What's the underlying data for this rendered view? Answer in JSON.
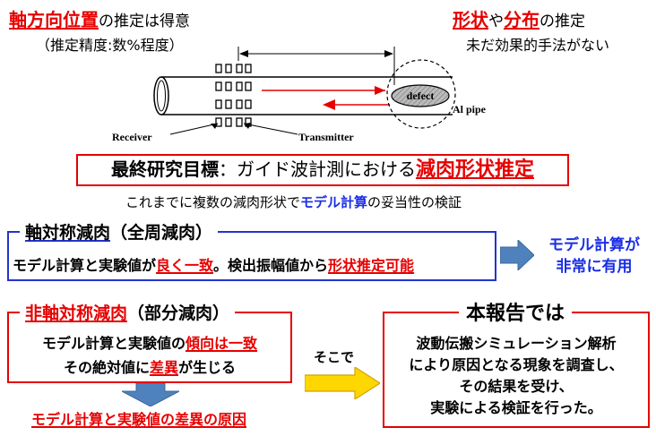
{
  "top_left": {
    "title_red": "軸方向位置",
    "title_rest": "の推定は得意",
    "sub": "（推定精度:数%程度）"
  },
  "top_right": {
    "w1": "形状",
    "w2": "や",
    "w3": "分布",
    "w4": "の推定",
    "line2": "未だ効果的手法がない"
  },
  "pipe": {
    "defect_label": "defect",
    "material_label": "Al pipe",
    "receiver_label": "Receiver",
    "transmitter_label": "Transmitter"
  },
  "goal": {
    "prefix": "最終研究目標",
    "colon": "：",
    "middle": "ガイド波計測における",
    "highlight": "減肉形状推定"
  },
  "verification": {
    "pre": "これまでに複数の減肉形状で",
    "model": "モデル計算",
    "post": "の妥当性の検証"
  },
  "axisym": {
    "tab_title": "軸対称減肉",
    "tab_sub": "（全周減肉）",
    "text1": "モデル計算と実験値が",
    "text2": "良く一致",
    "text3": "。検出振幅値から",
    "text4": "形状推定可能",
    "result_line1": "モデル計算が",
    "result_line2": "非常に有用"
  },
  "nonaxisym": {
    "tab_title": "非軸対称減肉",
    "tab_sub": "（部分減肉）",
    "l1a": "モデル計算と実験値の",
    "l1b": "傾向は一致",
    "l2a": "その絶対値に",
    "l2b": "差異",
    "l2c": "が生じる",
    "cause": "モデル計算と実験値の差異の原因",
    "arrow_label": "そこで"
  },
  "report": {
    "tab_title": "本報告では",
    "line1": "波動伝搬シミュレーション解析",
    "line2": "により原因となる現象を調査し、",
    "line3": "その結果を受け、",
    "line4": "実験による検証を行った。"
  },
  "colors": {
    "red": "#e60000",
    "blue": "#1a2ee6",
    "arrow_fill": "#4f81bd",
    "yellow_arrow": "#ffd700"
  }
}
